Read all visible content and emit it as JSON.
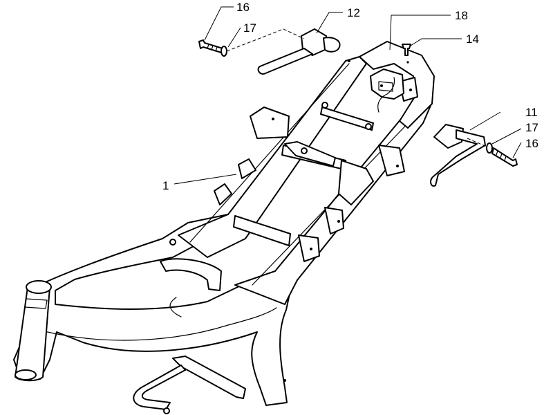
{
  "callouts": {
    "c1": "1",
    "c11": "11",
    "c12": "12",
    "c14": "14",
    "c16a": "16",
    "c16b": "16",
    "c17a": "17",
    "c17b": "17",
    "c18": "18"
  }
}
